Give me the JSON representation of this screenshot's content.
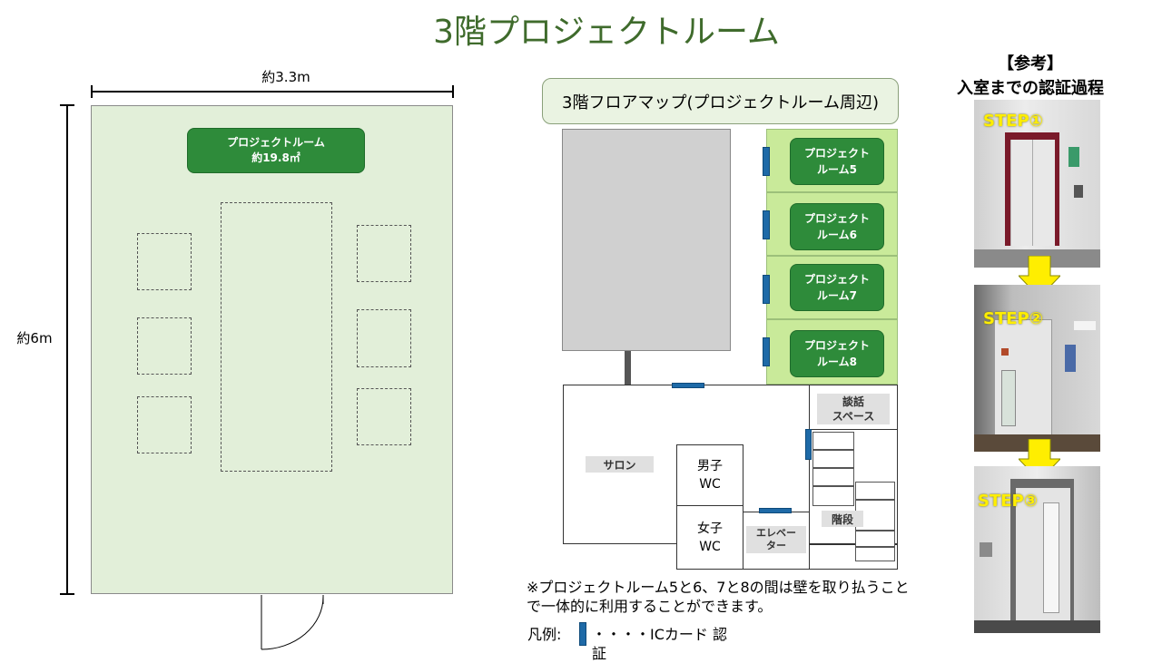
{
  "title": "3階プロジェクトルーム",
  "floor_plan": {
    "width_label": "約3.3m",
    "height_label": "約6m",
    "room_name": "プロジェクトルーム",
    "room_area": "約19.8㎡"
  },
  "map": {
    "title": "3階フロアマップ(プロジェクトルーム周辺)",
    "rooms": [
      {
        "line1": "プロジェクト",
        "line2": "ルーム5"
      },
      {
        "line1": "プロジェクト",
        "line2": "ルーム6"
      },
      {
        "line1": "プロジェクト",
        "line2": "ルーム7"
      },
      {
        "line1": "プロジェクト",
        "line2": "ルーム8"
      }
    ],
    "talk_space": {
      "line1": "談話",
      "line2": "スペース"
    },
    "salon": "サロン",
    "male_wc": {
      "line1": "男子",
      "line2": "WC"
    },
    "female_wc": {
      "line1": "女子",
      "line2": "WC"
    },
    "elevator": {
      "line1": "エレベー",
      "line2": "ター"
    },
    "stairs": "階段",
    "note_line1": "※プロジェクトルーム5と6、7と8の間は壁を取り払うこと",
    "note_line2": "で一体的に利用することができます。",
    "legend_label": "凡例:",
    "legend_text": "・・・・ICカード 認証",
    "ic_color": "#1e6aa7",
    "accent": "#2e8b3a"
  },
  "reference": {
    "title_line1": "【参考】",
    "title_line2": "入室までの認証過程",
    "steps": [
      "STEP①",
      "STEP②",
      "STEP③"
    ]
  }
}
